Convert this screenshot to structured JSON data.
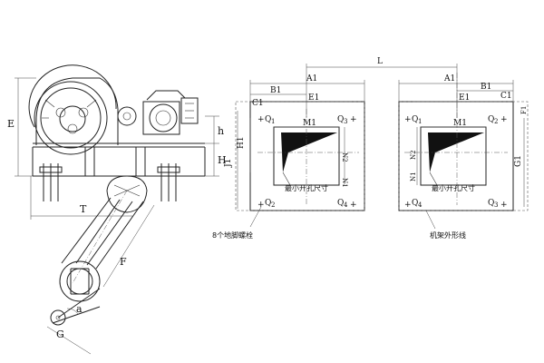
{
  "labels": {
    "E": "E",
    "h": "h",
    "H": "H",
    "T": "T",
    "F": "F",
    "G": "G",
    "a": "a",
    "L": "L",
    "A1": "A1",
    "B1": "B1",
    "C1": "C1",
    "E1": "E1",
    "M1": "M1",
    "H1": "H1",
    "J1": "J1",
    "N1": "N1",
    "N2": "N2",
    "G1": "G1",
    "F1": "F1",
    "Q1": "Q",
    "Q2": "Q",
    "Q3": "Q",
    "Q4": "Q",
    "Q_sub1": "1",
    "Q_sub2": "2",
    "Q_sub3": "3",
    "Q_sub4": "4",
    "min_opening": "最小开孔尺寸",
    "bolts": "8个地脚螺栓",
    "frame_outline": "机架外形线"
  },
  "colors": {
    "line": "#222222",
    "fill_dark": "#111111",
    "background": "#ffffff"
  }
}
